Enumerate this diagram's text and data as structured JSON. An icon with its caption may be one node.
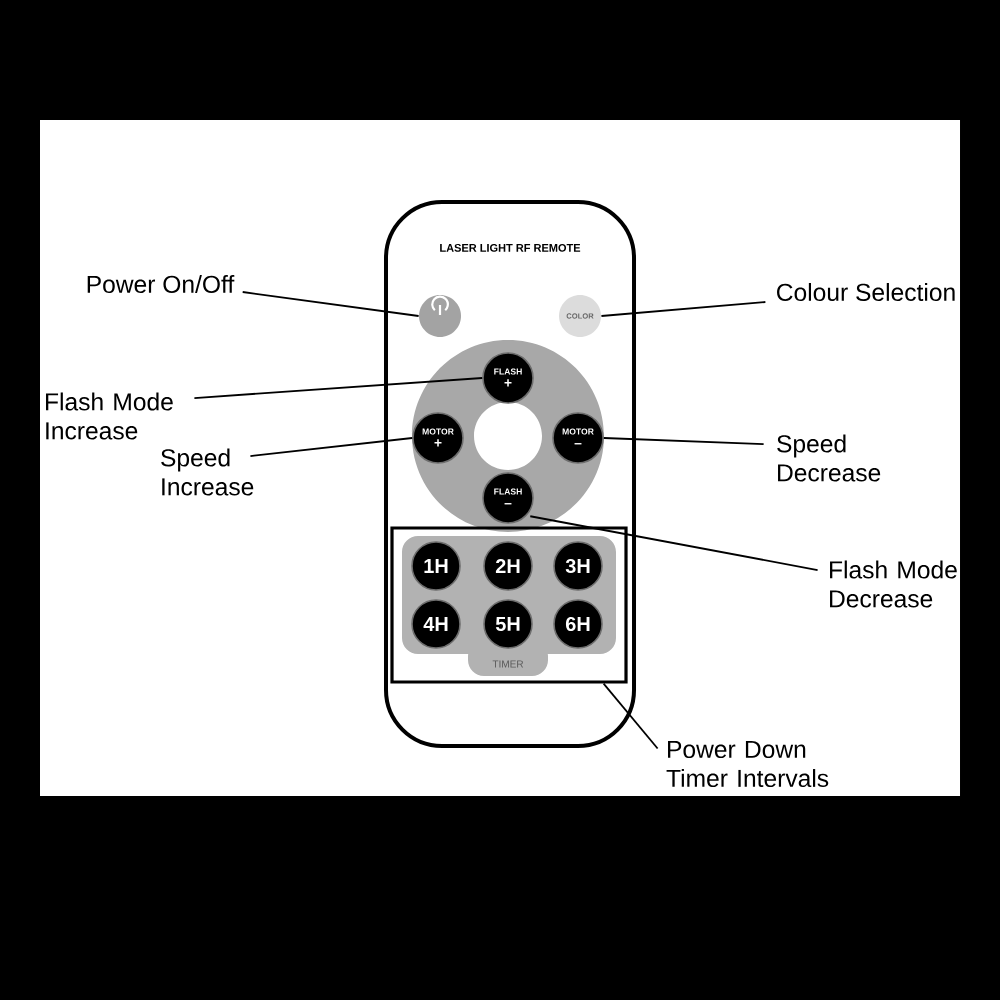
{
  "diagram": {
    "nodes": [
      {
        "text": [
          "LASER LIGHT RF REMOTE"
        ]
      },
      {
        "text": [
          "Power On/Off"
        ]
      },
      {
        "text": [],
        "shape": "circle",
        "in": 0
      },
      {
        "text": [
          "COLOR"
        ],
        "in": 0
      },
      {
        "text": [
          "Colour Selection"
        ]
      },
      {
        "text": [
          "Flash Mode Increase"
        ]
      },
      {
        "text": [
          "FLASH",
          "+"
        ],
        "in": 0
      },
      {
        "text": [
          "Speed Increase"
        ]
      },
      {
        "text": [
          "MOTOR",
          "+"
        ],
        "in": 0
      },
      {
        "text": [
          "MOTOR",
          "–"
        ],
        "in": 0
      },
      {
        "text": [
          "Speed Decrease"
        ]
      },
      {
        "text": [
          "FLASH",
          "–"
        ],
        "in": 0
      },
      {
        "text": [
          "Flash Mode Decrease"
        ]
      },
      {
        "text": [],
        "shape": "box",
        "in": 0
      },
      {
        "text": [
          "1H"
        ],
        "in": 13
      },
      {
        "text": [
          "2H"
        ],
        "in": 13
      },
      {
        "text": [
          "3H"
        ],
        "in": 13
      },
      {
        "text": [
          "4H"
        ],
        "in": 13
      },
      {
        "text": [
          "5H"
        ],
        "in": 13
      },
      {
        "text": [
          "6H"
        ],
        "in": 13
      },
      {
        "text": [
          "Power Down Timer Intervals"
        ]
      }
    ],
    "edges": [
      {
        "from": 1,
        "to": 2,
        "arrow": "none"
      },
      {
        "from": 4,
        "to": 3,
        "arrow": "none"
      },
      {
        "from": 5,
        "to": 6,
        "arrow": "none"
      },
      {
        "from": 7,
        "to": 8,
        "arrow": "none"
      },
      {
        "from": 10,
        "to": 9,
        "arrow": "none"
      },
      {
        "from": 12,
        "to": 11,
        "arrow": "none"
      },
      {
        "from": 20,
        "to": 13,
        "arrow": "none"
      }
    ],
    "labels": [
      "TIMER"
    ]
  }
}
